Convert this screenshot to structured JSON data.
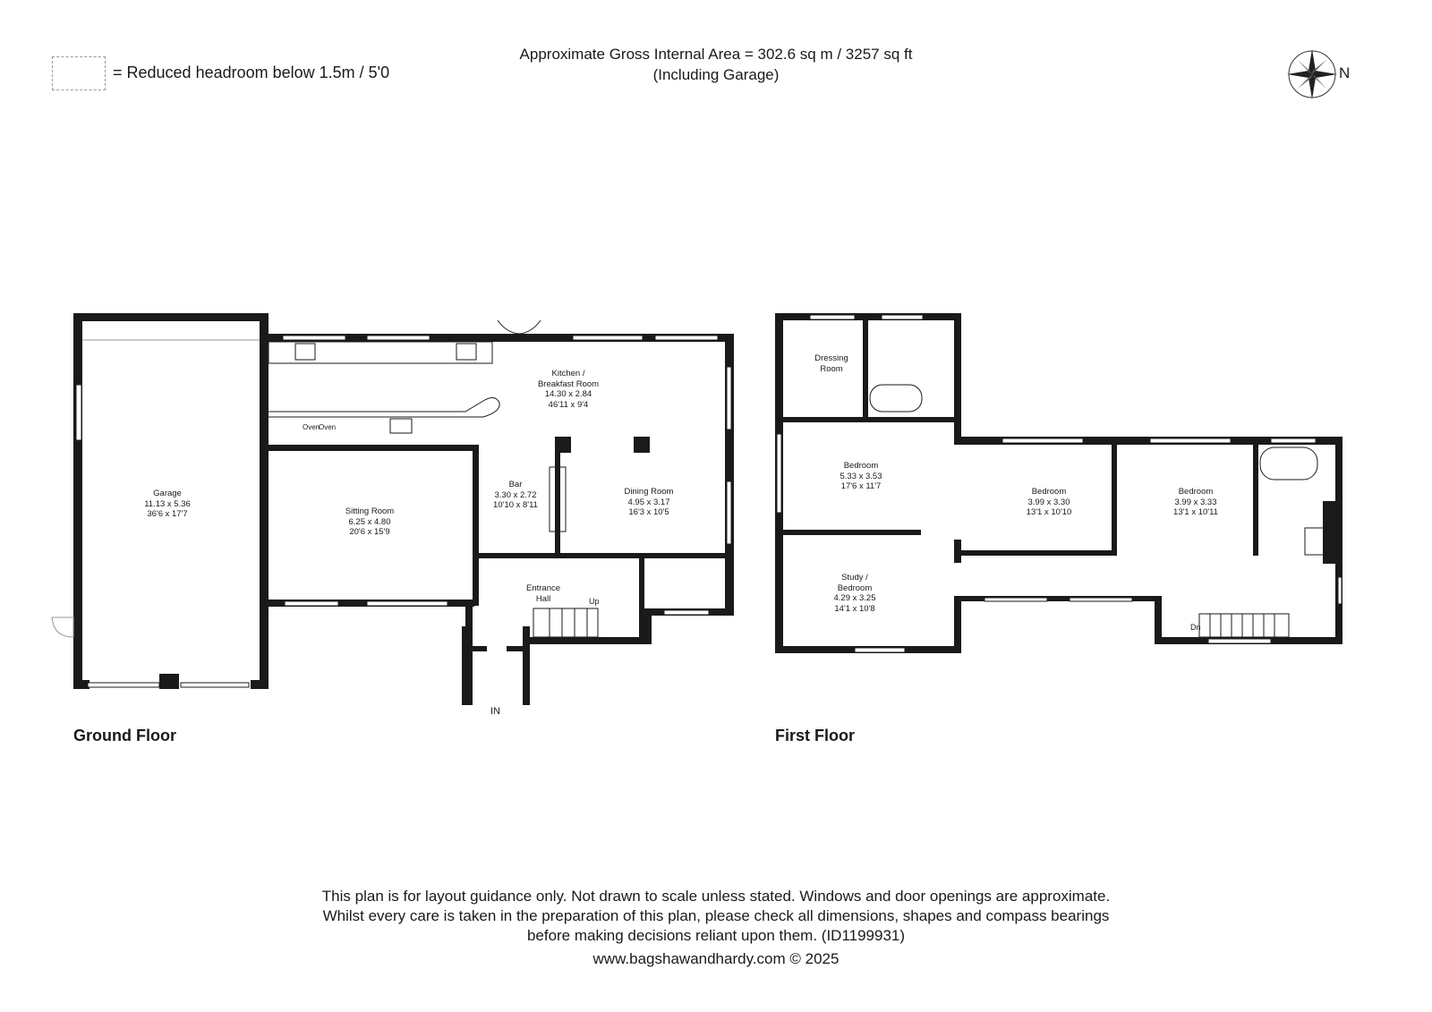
{
  "legend": {
    "text": "= Reduced headroom below 1.5m / 5'0"
  },
  "header": {
    "area_line": "Approximate Gross Internal Area = 302.6 sq m / 3257 sq ft",
    "note_line": "(Including Garage)"
  },
  "compass": {
    "label": "N"
  },
  "ground_floor": {
    "label": "Ground Floor",
    "entrance_marker": "IN",
    "stairs_label": "Up",
    "oven_labels": [
      "Oven",
      "Oven"
    ],
    "rooms": {
      "garage": {
        "name": "Garage",
        "metric": "11.13 x 5.36",
        "imperial": "36'6 x 17'7"
      },
      "kitchen": {
        "name_line1": "Kitchen /",
        "name_line2": "Breakfast Room",
        "metric": "14.30 x 2.84",
        "imperial": "46'11 x 9'4"
      },
      "sitting": {
        "name": "Sitting Room",
        "metric": "6.25 x 4.80",
        "imperial": "20'6 x 15'9"
      },
      "bar": {
        "name": "Bar",
        "metric": "3.30 x 2.72",
        "imperial": "10'10 x 8'11"
      },
      "dining": {
        "name": "Dining Room",
        "metric": "4.95 x 3.17",
        "imperial": "16'3 x 10'5"
      },
      "hall": {
        "name_line1": "Entrance",
        "name_line2": "Hall"
      }
    }
  },
  "first_floor": {
    "label": "First Floor",
    "stairs_label": "Dn",
    "rooms": {
      "dressing": {
        "name_line1": "Dressing",
        "name_line2": "Room"
      },
      "bedroom1": {
        "name": "Bedroom",
        "metric": "5.33 x 3.53",
        "imperial": "17'6 x 11'7"
      },
      "bedroom2": {
        "name": "Bedroom",
        "metric": "3.99 x 3.30",
        "imperial": "13'1 x 10'10"
      },
      "bedroom3": {
        "name": "Bedroom",
        "metric": "3.99 x 3.33",
        "imperial": "13'1 x 10'11"
      },
      "study": {
        "name_line1": "Study /",
        "name_line2": "Bedroom",
        "metric": "4.29 x 3.25",
        "imperial": "14'1 x 10'8"
      }
    }
  },
  "disclaimer": {
    "line1": "This plan is for layout guidance only. Not drawn to scale unless stated. Windows and door openings are approximate.",
    "line2": "Whilst every care is taken in the preparation of this plan, please check all dimensions, shapes and compass bearings",
    "line3": "before making decisions reliant upon them. (ID1199931)",
    "website": "www.bagshawandhardy.com © 2025"
  }
}
